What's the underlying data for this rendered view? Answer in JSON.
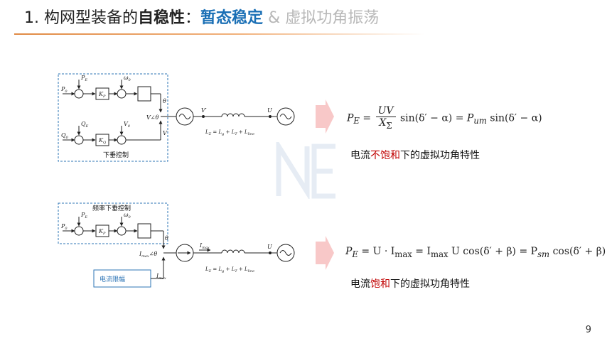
{
  "title": {
    "number": "1. ",
    "prefix": "构网型装备的",
    "bold_part": "自稳性",
    "colon": "：",
    "highlight": "暂态稳定",
    "rest": " & 虚拟功角振荡"
  },
  "diagram1": {
    "control_label": "下垂控制",
    "kp": "K",
    "kp_sub": "P",
    "kq": "K",
    "kq_sub": "Q",
    "p0": "P",
    "p0_sub": "0",
    "pe": "P",
    "pe_sub": "E",
    "q0": "Q",
    "q0_sub": "0",
    "qe": "Q",
    "qe_sub": "E",
    "omega0": "ω",
    "omega0_sub": "0",
    "v0": "V",
    "v0_sub": "0",
    "theta": "θ",
    "v_angle": "V∠θ",
    "v": "V",
    "v_prime": "V′",
    "u": "U",
    "impedance": "L = L + L + L",
    "impedance_subs": [
      "Σ",
      "g",
      "T",
      "line"
    ]
  },
  "formula1": {
    "lhs": "P",
    "lhs_sub": "E",
    "num": "UV",
    "den": "X",
    "den_sub": "Σ",
    "mid": "sin(δ′ − α) =",
    "rhs": "P",
    "rhs_sub": "um",
    "rhs_tail": "sin(δ′ − α)"
  },
  "caption1": {
    "pre": "电流",
    "red": "不饱和",
    "post": "下的虚拟功角特性"
  },
  "diagram2": {
    "control_label": "频率下垂控制",
    "kp": "K",
    "kp_sub": "P",
    "p0": "P",
    "p0_sub": "0",
    "pe": "P",
    "pe_sub": "E",
    "omega0": "ω",
    "omega0_sub": "0",
    "theta": "θ",
    "i_angle": "I∠θ",
    "i_angle_sub": "max",
    "i_label": "I",
    "i_label_sub": "max",
    "current_limit": "电流限幅",
    "u": "U",
    "impedance": "L = L + L + L",
    "impedance_subs": [
      "Σ",
      "g",
      "T",
      "line"
    ]
  },
  "formula2": {
    "lhs": "P",
    "lhs_sub": "E",
    "body": "= U · I",
    "body_sub": "max",
    "mid": "= I",
    "mid_sub": "max",
    "mid_tail": "U cos(δ′ + β) = P",
    "rhs_sub": "sm",
    "rhs_tail": "cos(δ′ + β)"
  },
  "caption2": {
    "pre": "电流",
    "red": "饱和",
    "post": "下的虚拟功角特性"
  },
  "page_number": "9",
  "colors": {
    "accent_blue": "#1a6fb5",
    "accent_orange": "#e08a44",
    "arrow_pink": "#f8c8c8",
    "dashed_box": "#2e75b6",
    "red_text": "#c00000"
  }
}
